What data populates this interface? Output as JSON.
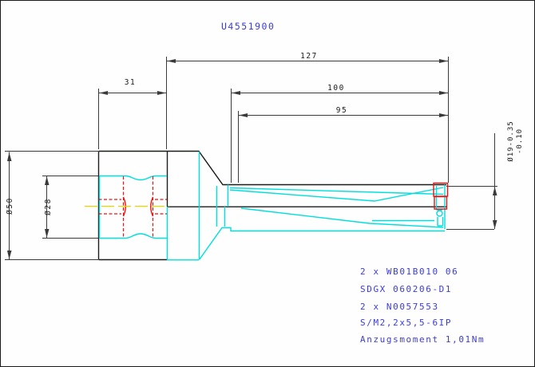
{
  "drawing": {
    "drawing_number": "U4551900",
    "dimensions": {
      "overall_length": "127",
      "flute_length": "100",
      "usable_length": "95",
      "shank_length": "31",
      "shank_diameter": "Ø50",
      "bore_diameter": "Ø28",
      "cut_diameter_line1": "Ø19-0.35",
      "cut_diameter_line2": "-0.10"
    },
    "notes": [
      "2 x WB01B010 06",
      "SDGX 060206-D1",
      "2 x N0057553",
      "S/M2,2x5,5-6IP",
      "Anzugsmoment 1,01Nm"
    ],
    "colors": {
      "outline": "#1c1c1c",
      "profile": "#00dede",
      "hidden_and_insert": "#ee1111",
      "centerline": "#e5d400",
      "annotation_blue": "#3c3cd8",
      "background": "#fdfefd"
    }
  }
}
